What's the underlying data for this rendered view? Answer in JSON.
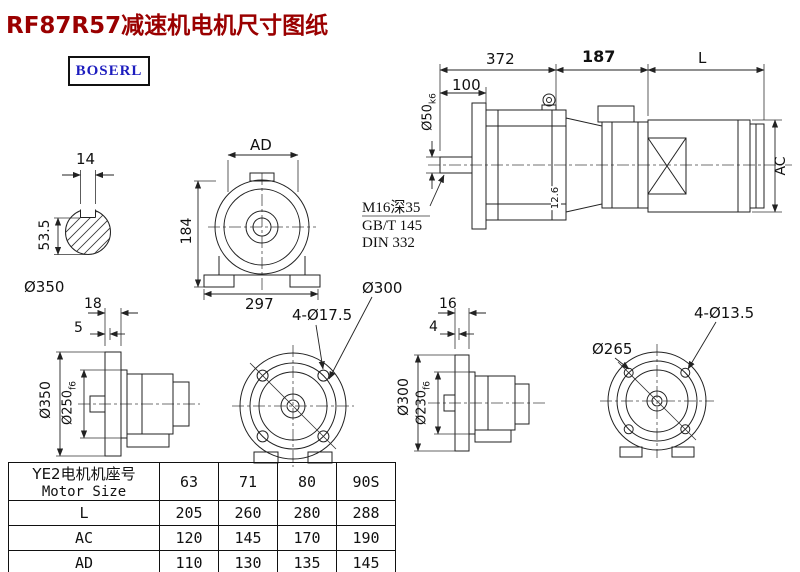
{
  "title": "RF87R57减速机电机尺寸图纸",
  "logo": "BOSERL",
  "assembly": {
    "dim_372": "372",
    "dim_187": "187",
    "dim_l": "L",
    "dim_100": "100",
    "shaft_dia": "Ø50",
    "shaft_dia_tol": "k6",
    "dim_ac": "AC",
    "dim_12_6": "12.6",
    "note_thread": "M16深35",
    "note_standard1": "GB/T 145",
    "note_standard2": "DIN 332"
  },
  "shaft_section": {
    "dim_keyway_width": "14",
    "dim_height": "53.5",
    "dia_label": "Ø350"
  },
  "gearbox_front": {
    "dim_ad": "AD",
    "dim_184": "184",
    "dim_297": "297"
  },
  "output_flange": {
    "bolt_circle": "Ø300",
    "holes": "4-Ø17.5",
    "dim_18": "18",
    "dim_5": "5",
    "dia_outer": "Ø350",
    "dia_pilot": "Ø250",
    "dia_pilot_tol": "f6"
  },
  "motor_flange": {
    "dim_16": "16",
    "dim_4": "4",
    "dia_outer": "Ø300",
    "dia_pilot": "Ø230",
    "dia_pilot_tol": "f6",
    "bolt_circle": "Ø265",
    "holes": "4-Ø13.5"
  },
  "table": {
    "header_cn": "YE2电机机座号",
    "header_en": "Motor Size",
    "sizes": [
      "63",
      "71",
      "80",
      "90S"
    ],
    "rows": [
      {
        "label": "L",
        "values": [
          "205",
          "260",
          "280",
          "288"
        ]
      },
      {
        "label": "AC",
        "values": [
          "120",
          "145",
          "170",
          "190"
        ]
      },
      {
        "label": "AD",
        "values": [
          "110",
          "130",
          "135",
          "145"
        ]
      }
    ]
  }
}
